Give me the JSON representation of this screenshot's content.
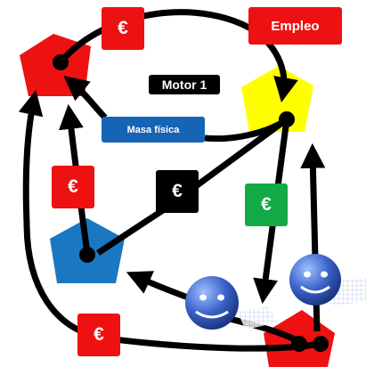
{
  "labels": {
    "euro_top": "€",
    "euro_left": "€",
    "euro_bottom": "€",
    "euro_black": "€",
    "euro_green": "€",
    "empleo": "Empleo",
    "motor": "Motor 1",
    "masa": "Masa física"
  },
  "colors": {
    "red": "#ee1111",
    "yellow": "#ffff00",
    "blue": "#1a78c2",
    "green": "#11aa44",
    "black": "#000000",
    "masa_blue": "#1664b4",
    "face_blue": "#3a62c8"
  },
  "icons": [
    "pentagon",
    "smiley-face",
    "euro-sign",
    "arrow"
  ]
}
